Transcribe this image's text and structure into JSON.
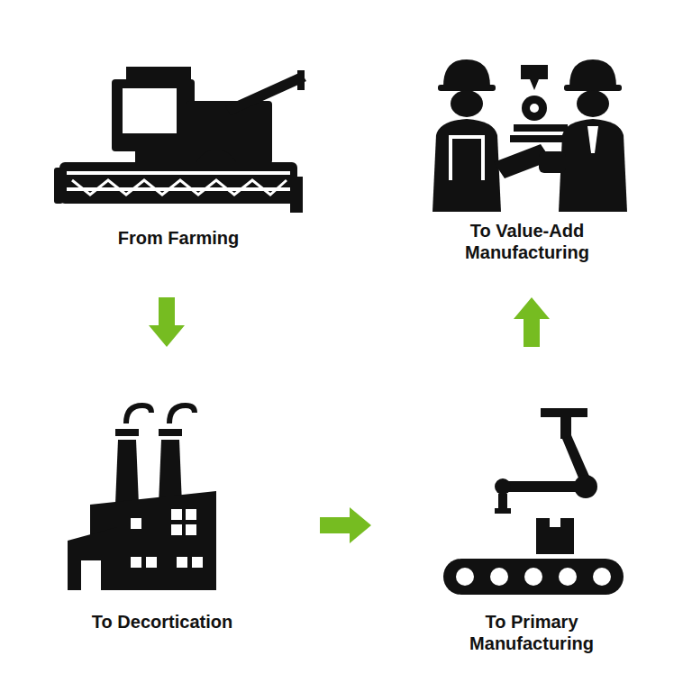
{
  "diagram": {
    "nodes": [
      {
        "text": [
          "From Farming"
        ]
      },
      {
        "text": [
          "To Decortication"
        ]
      },
      {
        "text": [
          "To Primary Manufacturing"
        ]
      },
      {
        "text": [
          "To Value-Add Manufacturing"
        ]
      }
    ],
    "edges": [
      {
        "from": 0,
        "to": 1,
        "arrow": "to"
      },
      {
        "from": 1,
        "to": 2,
        "arrow": "to"
      },
      {
        "from": 2,
        "to": 3,
        "arrow": "to"
      }
    ]
  }
}
